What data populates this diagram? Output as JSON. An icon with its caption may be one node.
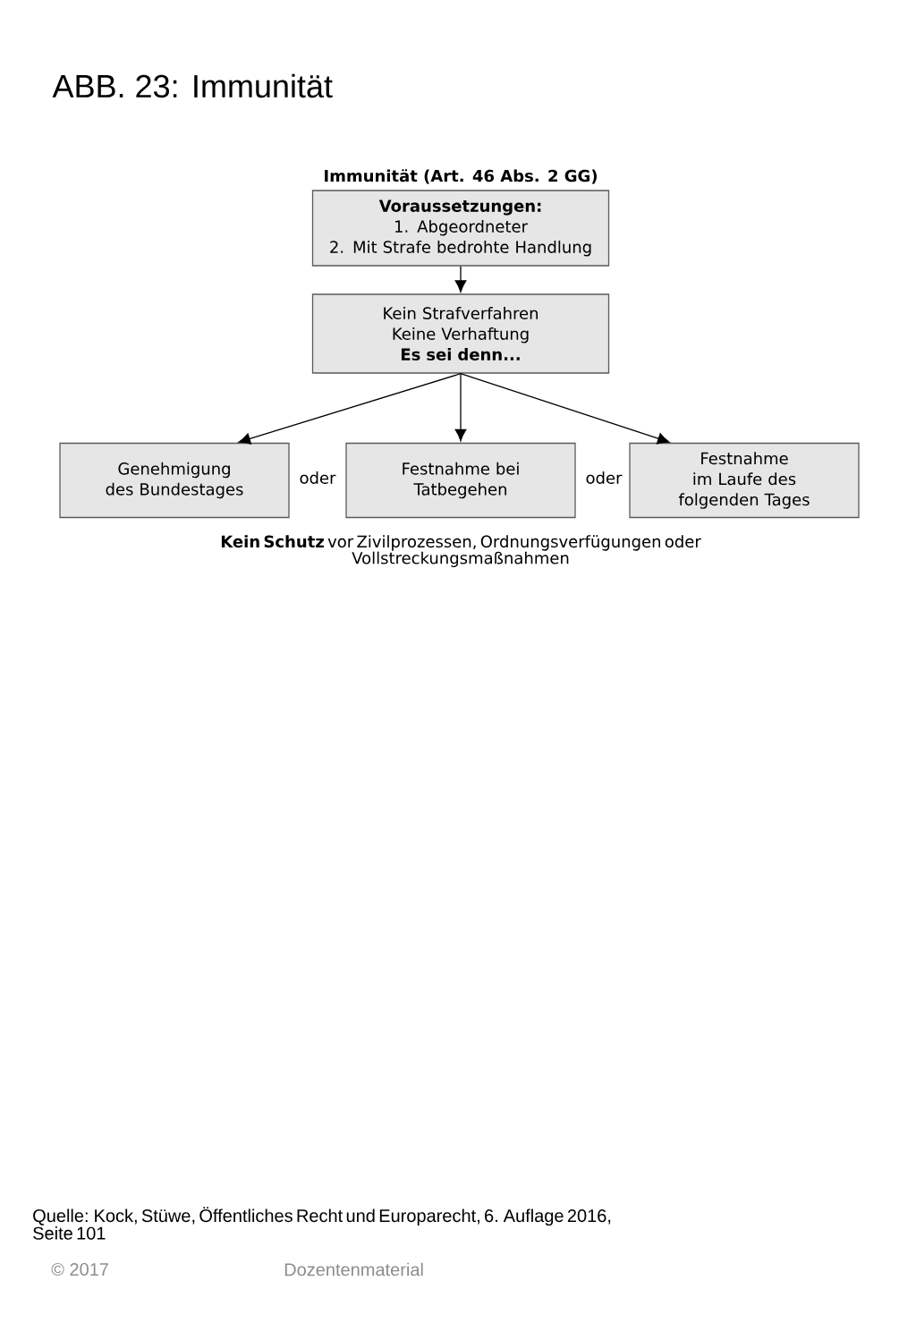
{
  "diagram": {
    "title": "ABB. 23: Immunität",
    "nodes": [
      {
        "text": [
          "Immunität (Art. 46 Abs. 2 GG)",
          "Voraussetzungen:",
          "1. Abgeordneter",
          "2. Mit Strafe bedrohte Handlung"
        ]
      },
      {
        "text": [
          "Kein Strafverfahren",
          "Keine Verhaftung",
          "Es sei denn..."
        ]
      },
      {
        "text": [
          "Genehmigung des Bundestages"
        ]
      },
      {
        "text": [
          "Festnahme bei Tatbegehen"
        ]
      },
      {
        "text": [
          "Festnahme im Laufe des folgenden Tages"
        ]
      }
    ],
    "edges": [
      {
        "from": 0,
        "to": 1,
        "arrow": "to"
      },
      {
        "from": 1,
        "to": 2,
        "arrow": "to"
      },
      {
        "from": 1,
        "to": 3,
        "arrow": "to"
      },
      {
        "from": 1,
        "to": 4,
        "arrow": "to"
      }
    ],
    "labels": [
      "oder",
      "oder",
      "**Kein Schutz** vor Zivilprozessen, Ordnungsverfügungen oder Vollstreckungsmaßnahmen",
      "Quelle: Kock, Stüwe, Öffentliches Recht und Europarecht, 6. Auflage 2016, Seite 101",
      "© 2017",
      "Dozentenmaterial"
    ]
  }
}
